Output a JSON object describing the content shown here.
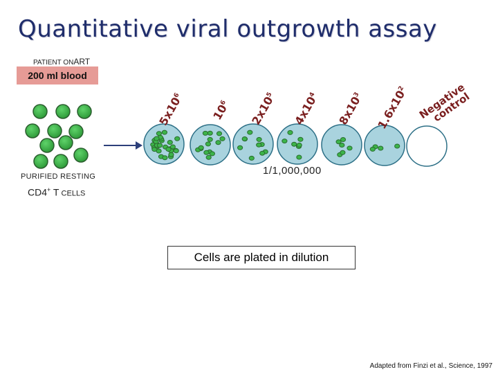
{
  "title": "Quantitative viral outgrowth assay",
  "patient": {
    "prefix": "PATIENT ON",
    "suffix": "ART"
  },
  "blood_label": "200 ml blood",
  "cells_label": {
    "line1": "PURIFIED RESTING",
    "cd4": "CD4",
    "sup": "+",
    "t": " T",
    "cells": " CELLS"
  },
  "dilutions": [
    {
      "base": "5x10",
      "exp": "6"
    },
    {
      "base": "10",
      "exp": "6"
    },
    {
      "base": "2x10",
      "exp": "5"
    },
    {
      "base": "4x10",
      "exp": "4"
    },
    {
      "base": "8x10",
      "exp": "3"
    },
    {
      "base": "1.6x10",
      "exp": "2"
    }
  ],
  "negative_label": {
    "line1": "Negative",
    "line2": "control"
  },
  "ratio": "1/1,000,000",
  "dilution_box": "Cells are plated in dilution",
  "credit": "Adapted from Finzi et al., Science, 1997",
  "colors": {
    "title": "#1f2d6b",
    "cell_fill": "#3cb44a",
    "cell_dark": "#2a6b2e",
    "well_fill": "#a9d3de",
    "well_stroke": "#2c6f86",
    "label": "#7a1f1f",
    "blood_bg": "#e69b96"
  }
}
